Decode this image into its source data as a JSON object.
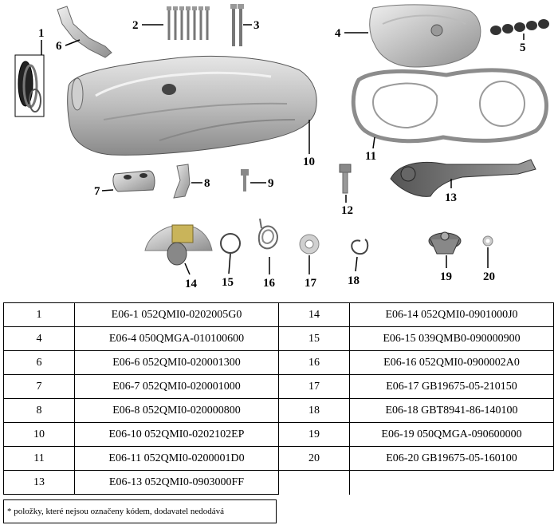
{
  "callouts": [
    "1",
    "2",
    "3",
    "4",
    "5",
    "6",
    "7",
    "8",
    "9",
    "10",
    "11",
    "12",
    "13",
    "14",
    "15",
    "16",
    "17",
    "18",
    "19",
    "20"
  ],
  "table": {
    "left": [
      {
        "num": "1",
        "code": "E06-1 052QMI0-0202005G0"
      },
      {
        "num": "4",
        "code": "E06-4 050QMGA-010100600"
      },
      {
        "num": "6",
        "code": "E06-6 052QMI0-020001300"
      },
      {
        "num": "7",
        "code": "E06-7 052QMI0-020001000"
      },
      {
        "num": "8",
        "code": "E06-8 052QMI0-020000800"
      },
      {
        "num": "10",
        "code": "E06-10 052QMI0-0202102EP"
      },
      {
        "num": "11",
        "code": "E06-11 052QMI0-0200001D0"
      },
      {
        "num": "13",
        "code": "E06-13 052QMI0-0903000FF"
      }
    ],
    "right": [
      {
        "num": "14",
        "code": "E06-14 052QMI0-0901000J0"
      },
      {
        "num": "15",
        "code": "E06-15 039QMB0-090000900"
      },
      {
        "num": "16",
        "code": "E06-16 052QMI0-0900002A0"
      },
      {
        "num": "17",
        "code": "E06-17 GB19675-05-210150"
      },
      {
        "num": "18",
        "code": "E06-18 GBT8941-86-140100"
      },
      {
        "num": "19",
        "code": "E06-19 050QMGA-090600000"
      },
      {
        "num": "20",
        "code": "E06-20 GB19675-05-160100"
      }
    ]
  },
  "footnote": "* položky, které nejsou označeny kódem, dodavatel nedodává",
  "colors": {
    "metal_light": "#d9d9d9",
    "metal_mid": "#a8a8a8",
    "metal_dark": "#6e6e6e",
    "line": "#000000"
  }
}
